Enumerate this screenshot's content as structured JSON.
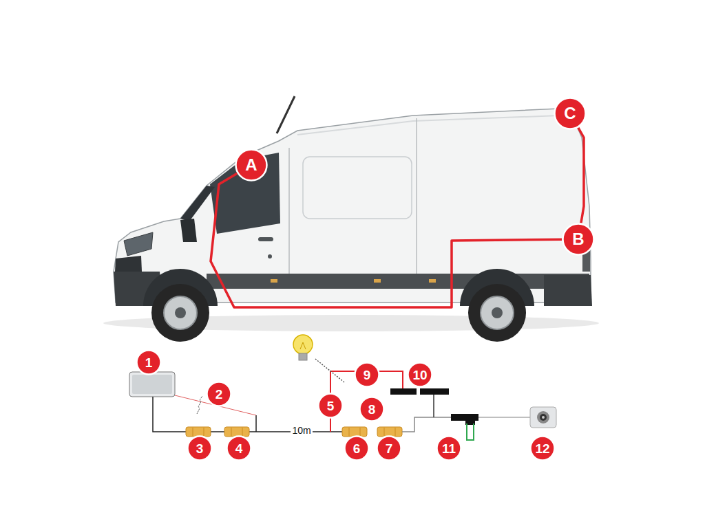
{
  "diagram": {
    "nodes": [
      {
        "text": [
          "A"
        ]
      },
      {
        "text": [
          "B"
        ]
      },
      {
        "text": [
          "C"
        ]
      },
      {
        "text": [
          "1"
        ]
      },
      {
        "text": [
          "2"
        ]
      },
      {
        "text": [
          "3"
        ]
      },
      {
        "text": [
          "4"
        ]
      },
      {
        "text": [
          "5"
        ]
      },
      {
        "text": [
          "6"
        ]
      },
      {
        "text": [
          "7"
        ]
      },
      {
        "text": [
          "8"
        ]
      },
      {
        "text": [
          "9"
        ]
      },
      {
        "text": [
          "10"
        ]
      },
      {
        "text": [
          "11"
        ]
      },
      {
        "text": [
          "12"
        ]
      }
    ],
    "edges": [
      {
        "from": 0,
        "to": 1,
        "arrow": "none"
      },
      {
        "from": 1,
        "to": 2,
        "arrow": "none"
      }
    ],
    "labels": [
      "10m"
    ]
  }
}
